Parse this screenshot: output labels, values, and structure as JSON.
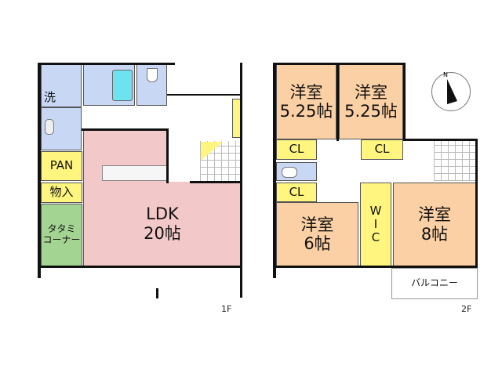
{
  "floor1": {
    "label": "1F",
    "rooms": {
      "wash": "洗",
      "pantry": "PAN",
      "storage": "物入",
      "tatami": "タタミ\nコーナー",
      "ldk_name": "LDK",
      "ldk_size": "20帖"
    },
    "mark": "I"
  },
  "floor2": {
    "label": "2F",
    "rooms": {
      "bed1_name": "洋室",
      "bed1_size": "5.25帖",
      "bed2_name": "洋室",
      "bed2_size": "5.25帖",
      "cl1": "CL",
      "cl2": "CL",
      "cl3": "CL",
      "bed3_name": "洋室",
      "bed3_size": "6帖",
      "wic": "W\nI\nC",
      "bed4_name": "洋室",
      "bed4_size": "8帖",
      "balcony": "バルコニー"
    },
    "compass": "N"
  },
  "colors": {
    "wet": "#c8d8f4",
    "ldk": "#f3c8c9",
    "storage": "#fff57f",
    "tatami": "#a4d491",
    "bedroom": "#fbd0a4"
  }
}
